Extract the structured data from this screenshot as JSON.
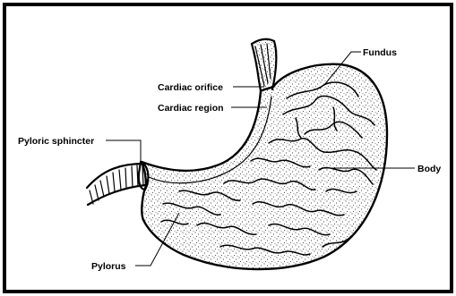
{
  "diagram": {
    "labels": {
      "fundus": "Fundus",
      "cardiac_orifice": "Cardiac orifice",
      "cardiac_region": "Cardiac region",
      "pyloric_sphincter": "Pyloric sphincter",
      "body": "Body",
      "pylorus": "Pylorus"
    },
    "colors": {
      "ink": "#000000",
      "background": "#ffffff"
    }
  }
}
